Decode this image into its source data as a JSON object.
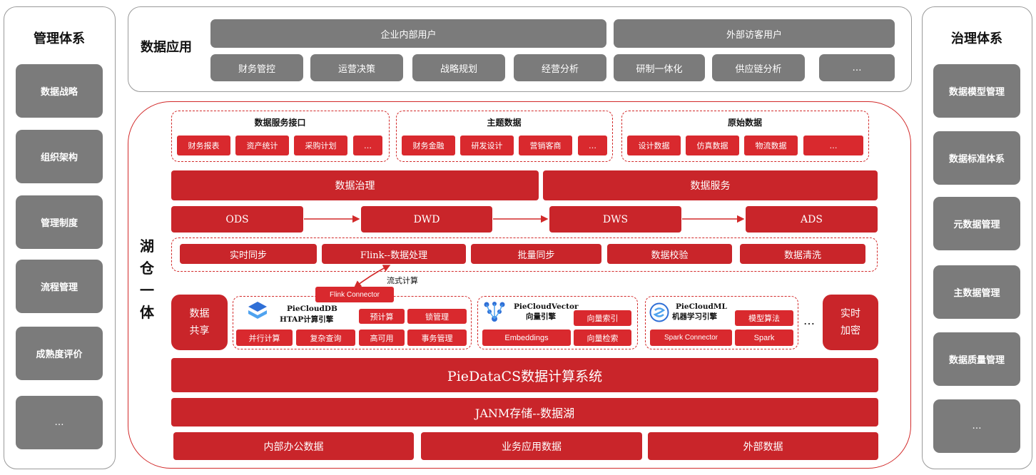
{
  "left_panel": {
    "title": "管理体系",
    "items": [
      "数据战略",
      "组织架构",
      "管理制度",
      "流程管理",
      "成熟度评价",
      "…"
    ]
  },
  "right_panel": {
    "title": "治理体系",
    "items": [
      "数据模型管理",
      "数据标准体系",
      "元数据管理",
      "主数据管理",
      "数据质量管理",
      "…"
    ]
  },
  "app_layer": {
    "title": "数据应用",
    "user_groups": [
      "企业内部用户",
      "外部访客用户"
    ],
    "apps": [
      "财务管控",
      "运营决策",
      "战略规划",
      "经营分析",
      "研制一体化",
      "供应链分析",
      "…"
    ]
  },
  "lakehouse": {
    "title": "湖仓一体",
    "title_chars": [
      "湖",
      "仓",
      "一",
      "体"
    ],
    "interfaces": [
      {
        "title": "数据服务接口",
        "items": [
          "财务报表",
          "资产统计",
          "采购计划",
          "…"
        ]
      },
      {
        "title": "主题数据",
        "items": [
          "财务金融",
          "研发设计",
          "营销客商",
          "…"
        ]
      },
      {
        "title": "原始数据",
        "items": [
          "设计数据",
          "仿真数据",
          "物流数据",
          "…"
        ]
      }
    ],
    "governance": "数据治理",
    "services": "数据服务",
    "layers": [
      "ODS",
      "DWD",
      "DWS",
      "ADS"
    ],
    "processing": [
      "实时同步",
      "Flink--数据处理",
      "批量同步",
      "数据校验",
      "数据清洗"
    ],
    "stream_label": "流式计算",
    "flink_connector": "Flink Connector",
    "data_sharing": [
      "数据",
      "共享"
    ],
    "realtime_encrypt": [
      "实时",
      "加密"
    ],
    "ellipsis": "…",
    "engines": {
      "db": {
        "name": "PieCloudDB",
        "sub": "HTAP计算引擎",
        "items": [
          "预计算",
          "锁管理",
          "并行计算",
          "复杂查询",
          "高可用",
          "事务管理"
        ]
      },
      "vector": {
        "name": "PieCloudVector",
        "sub": "向量引擎",
        "items": [
          "向量索引",
          "Embeddings",
          "向量检索"
        ]
      },
      "ml": {
        "name": "PieCloudML",
        "sub": "机器学习引擎",
        "items": [
          "模型算法",
          "Spark Connector",
          "Spark"
        ]
      }
    },
    "compute_system": "PieDataCS数据计算系统",
    "storage": "JANM存储--数据湖",
    "sources": [
      "内部办公数据",
      "业务应用数据",
      "外部数据"
    ]
  },
  "colors": {
    "red": "#c9252a",
    "gray": "#7b7b7b",
    "border": "#9a9a9a"
  }
}
